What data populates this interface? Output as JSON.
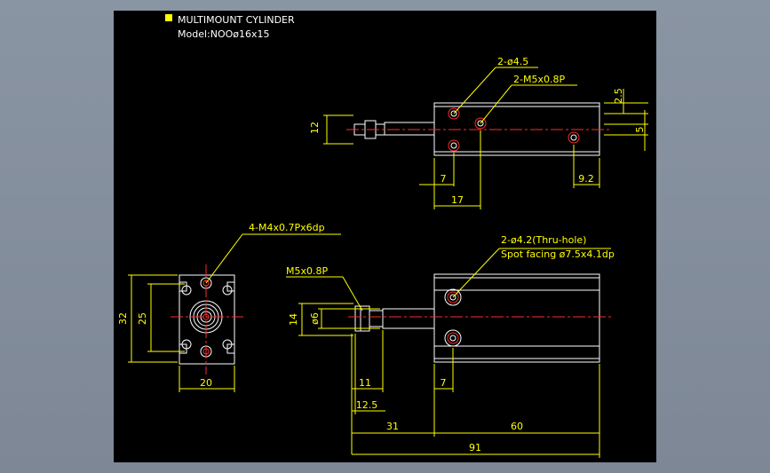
{
  "title_block": {
    "title": "MULTIMOUNT CYLINDER",
    "model": "Model:NOOø16x15"
  },
  "colors": {
    "background": "#000000",
    "outline": "#ffffff",
    "dimension": "#ffff00",
    "centerline": "#ff2a2a",
    "frame": "#8a95a3"
  },
  "top_view": {
    "callout_holes": "2-ø4.5",
    "callout_ports": "2-M5x0.8P",
    "dims": {
      "height": "12",
      "offset_top": "2.5",
      "offset_side": "5",
      "left_hole": "7",
      "body": "17",
      "right_hole": "9.2"
    }
  },
  "end_view": {
    "callout": "4-M4x0.7Px6dp",
    "dims": {
      "height": "32",
      "pitch": "25",
      "width": "20"
    }
  },
  "side_view": {
    "callout_port": "M5x0.8P",
    "callout_holes_1": "2-ø4.2(Thru-hole)",
    "callout_holes_2": "Spot facing ø7.5x4.1dp",
    "dims": {
      "rod_height": "14",
      "rod_dia": "ø6",
      "d11": "11",
      "d12_5": "12.5",
      "d7": "7",
      "d31": "31",
      "d60": "60",
      "d91": "91"
    }
  }
}
